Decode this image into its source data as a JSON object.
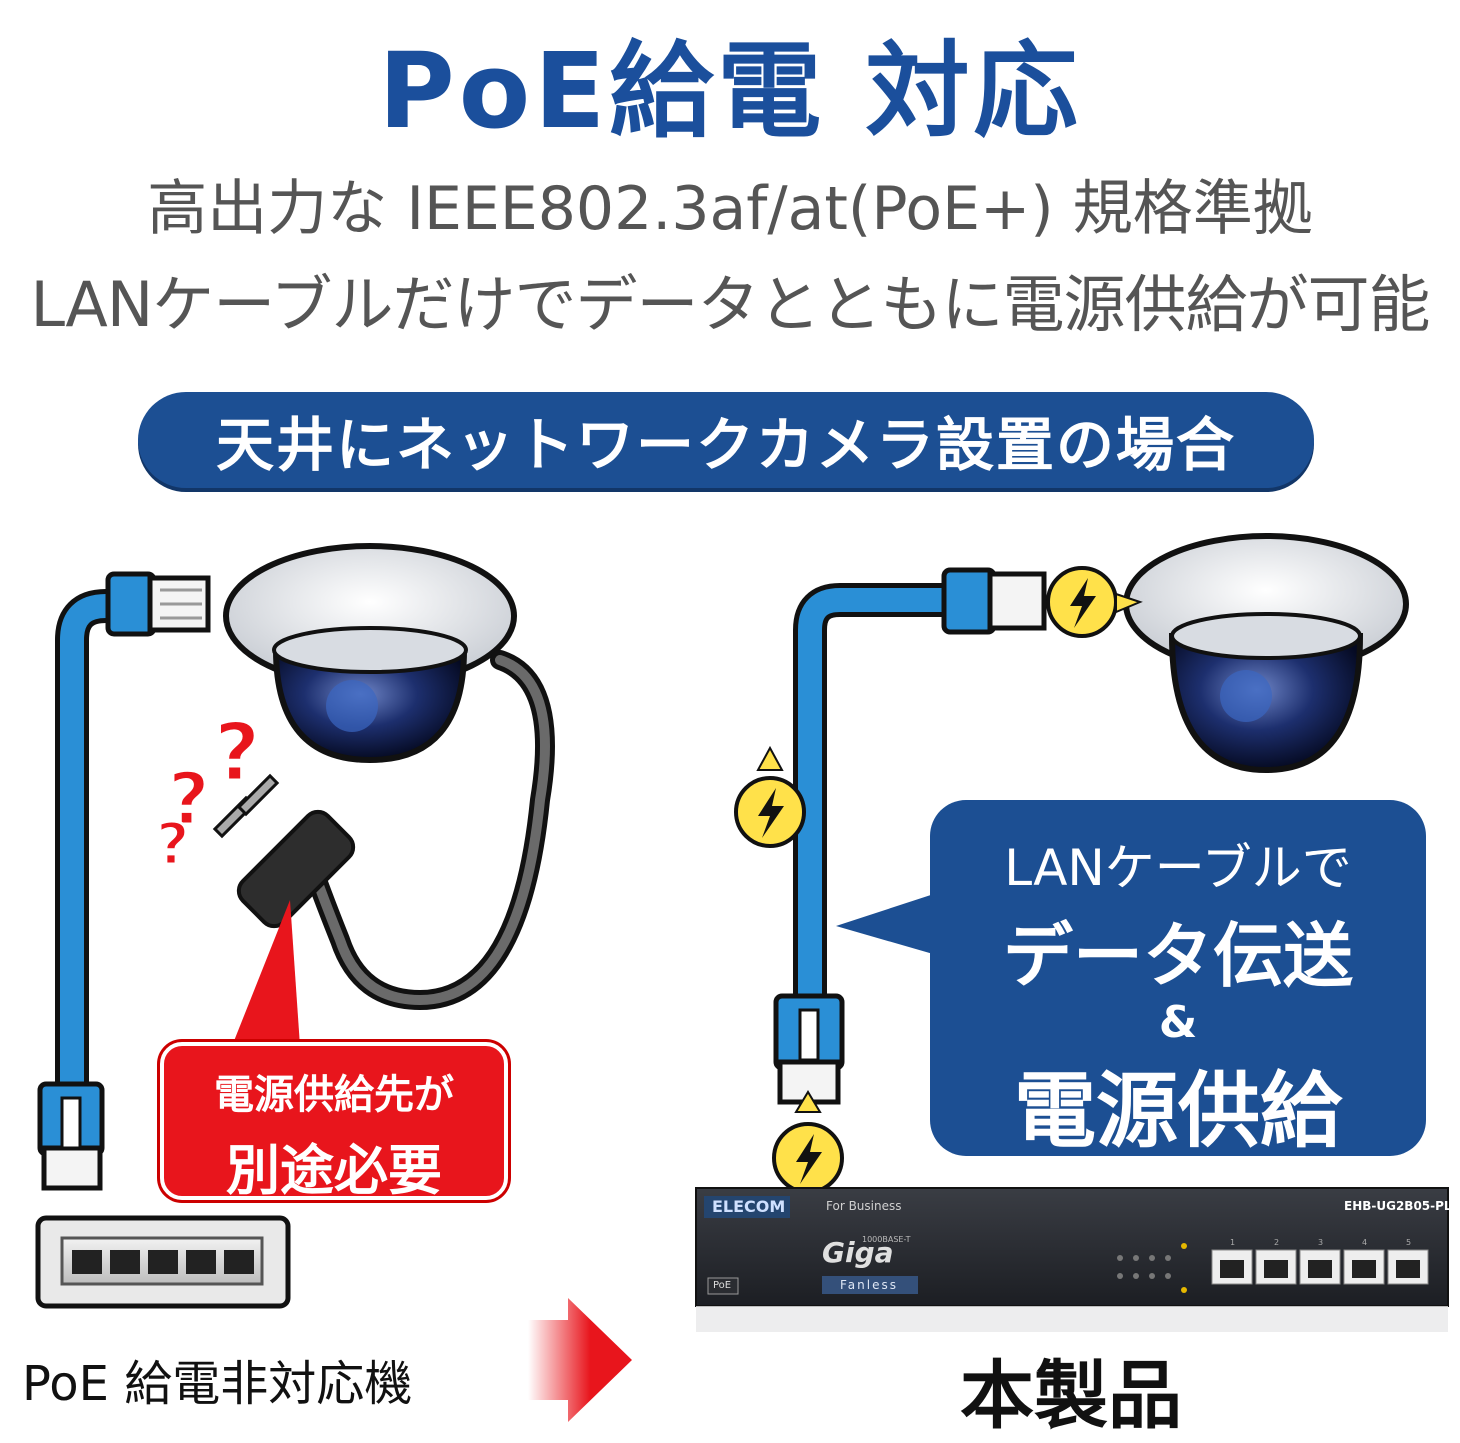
{
  "header": {
    "title": "PoE給電 対応",
    "subtitle_line1": "高出力な IEEE802.3af/at(PoE+) 規格準拠",
    "subtitle_line2": "LANケーブルだけでデータとともに電源供給が可能"
  },
  "banner": {
    "text": "天井にネットワークカメラ設置の場合"
  },
  "left_panel": {
    "callout_line1": "電源供給先が",
    "callout_line2": "別途必要",
    "caption": "PoE 給電非対応機"
  },
  "right_panel": {
    "callout_line1": "LANケーブルで",
    "callout_line2": "データ伝送",
    "callout_line3": "&",
    "callout_line4": "電源供給",
    "caption": "本製品",
    "switch": {
      "brand": "ELECOM",
      "for_business": "For Business",
      "model": "EHB-UG2B05-PL",
      "giga": "Giga",
      "giga_sub": "1000BASE-T",
      "fanless": "Fanless",
      "poe": "PoE",
      "port_numbers": [
        "1",
        "2",
        "3",
        "4",
        "5"
      ]
    }
  },
  "colors": {
    "brand_blue": "#1b4f9c",
    "banner_blue": "#1c4f93",
    "alert_red": "#e8151c",
    "cable_blue": "#2a8fd6",
    "bolt_yellow": "#ffe14a"
  },
  "icons": [
    "dome-camera-icon",
    "power-plug-icon",
    "question-mark-icon",
    "lightning-bolt-icon",
    "lan-connector-icon",
    "arrow-right-icon"
  ]
}
